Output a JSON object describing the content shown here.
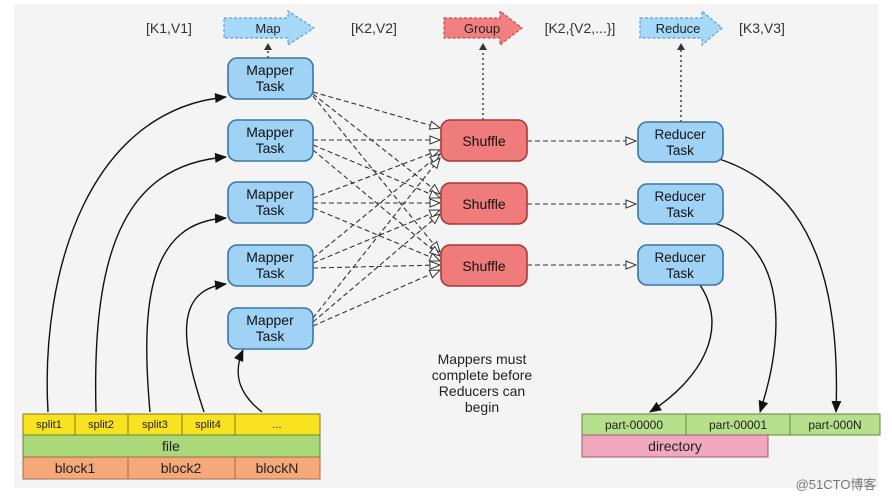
{
  "header": {
    "kv1": "[K1,V1]",
    "map": "Map",
    "kv2": "[K2,V2]",
    "group": "Group",
    "kv2list": "[K2,{V2,...}]",
    "reduce": "Reduce",
    "kv3": "[K3,V3]"
  },
  "mappers": [
    {
      "line1": "Mapper",
      "line2": "Task"
    },
    {
      "line1": "Mapper",
      "line2": "Task"
    },
    {
      "line1": "Mapper",
      "line2": "Task"
    },
    {
      "line1": "Mapper",
      "line2": "Task"
    },
    {
      "line1": "Mapper",
      "line2": "Task"
    }
  ],
  "shuffles": [
    "Shuffle",
    "Shuffle",
    "Shuffle"
  ],
  "reducers": [
    {
      "line1": "Reducer",
      "line2": "Task"
    },
    {
      "line1": "Reducer",
      "line2": "Task"
    },
    {
      "line1": "Reducer",
      "line2": "Task"
    }
  ],
  "note": [
    "Mappers must",
    "complete before",
    "Reducers can",
    "begin"
  ],
  "input": {
    "splits": [
      "split1",
      "split2",
      "split3",
      "split4",
      "..."
    ],
    "file": "file",
    "blocks": [
      "block1",
      "block2",
      "blockN"
    ]
  },
  "output": {
    "parts": [
      "part-00000",
      "part-00001",
      "part-000N"
    ],
    "directory": "directory"
  },
  "watermark": "@51CTO博客",
  "colors": {
    "mapper": "#9fd2f5",
    "shuffle": "#f07b7b",
    "split": "#f9e21f",
    "file": "#a8d878",
    "block": "#f5a87a",
    "part": "#b6e08b",
    "directory": "#f0a8bc"
  }
}
